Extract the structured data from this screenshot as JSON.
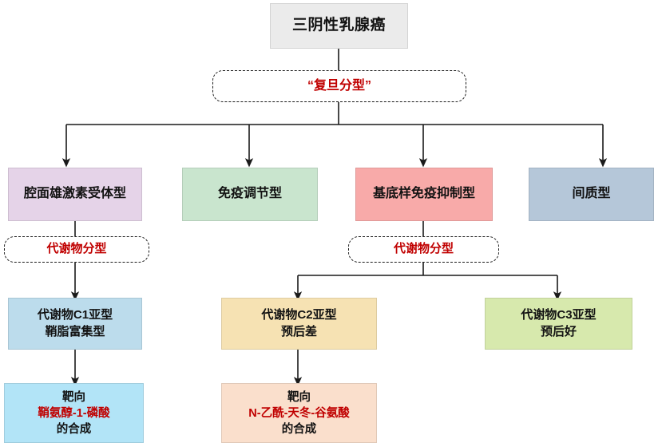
{
  "diagram": {
    "type": "flowchart",
    "title_node": {
      "label": "三阴性乳腺癌",
      "bg": "#ebebeb"
    },
    "classification_node": {
      "label": "“复旦分型”",
      "style": "dashed",
      "text_color": "#c00000"
    },
    "subtypes": [
      {
        "label": "腔面雄激素受体型",
        "bg": "#e5d3e8"
      },
      {
        "label": "免疫调节型",
        "bg": "#c9e5ce"
      },
      {
        "label": "基底样免疫抑制型",
        "bg": "#f8aaa9"
      },
      {
        "label": "间质型",
        "bg": "#b5c7d9"
      }
    ],
    "metabolite_tags": [
      {
        "label": "代谢物分型",
        "style": "dashed",
        "text_color": "#c00000"
      },
      {
        "label": "代谢物分型",
        "style": "dashed",
        "text_color": "#c00000"
      }
    ],
    "metabolite_subtypes": [
      {
        "line1": "代谢物C1亚型",
        "line2": "鞘脂富集型",
        "bg": "#bcdcec"
      },
      {
        "line1": "代谢物C2亚型",
        "line2": "预后差",
        "bg": "#f6e2b3"
      },
      {
        "line1": "代谢物C3亚型",
        "line2": "预后好",
        "bg": "#d7e9ad"
      }
    ],
    "targets": [
      {
        "line1": "靶向",
        "line2": "鞘氨醇-1-磷酸",
        "line3": "的合成",
        "bg": "#b2e4f7",
        "highlight_color": "#c00000"
      },
      {
        "line1": "靶向",
        "line2": "N-乙酰-天冬-谷氨酸",
        "line3": "的合成",
        "bg": "#fadfcc",
        "highlight_color": "#c00000"
      }
    ],
    "colors": {
      "connector": "#1a1a1a",
      "accent_red": "#c00000",
      "page_background": "#ffffff"
    }
  }
}
